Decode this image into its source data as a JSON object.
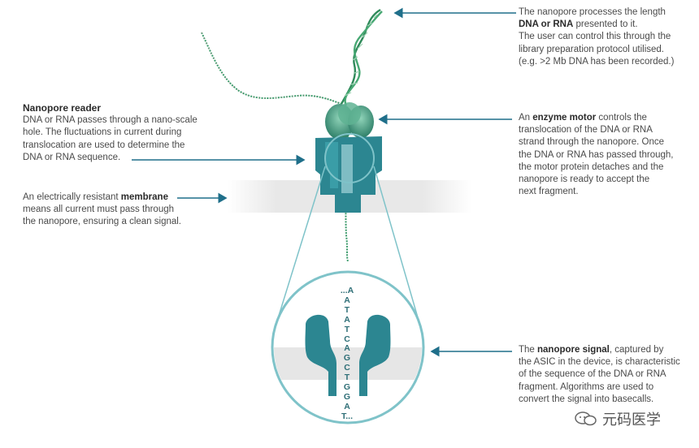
{
  "annotations": {
    "length": {
      "line1": "The nanopore processes the length",
      "line2_bold": "DNA or RNA",
      "line2_rest": " presented to it.",
      "line3": "The user can control this through the",
      "line4": "library preparation protocol utilised.",
      "line5": "(e.g. >2 Mb DNA has been recorded.)"
    },
    "reader": {
      "title": "Nanopore reader",
      "line1": "DNA or RNA passes through a nano-scale",
      "line2": "hole. The fluctuations in current during",
      "line3": "translocation are used to determine the",
      "line4": "DNA or RNA sequence."
    },
    "membrane": {
      "line1_pre": "An electrically resistant ",
      "line1_bold": "membrane",
      "line2": "means all current must pass through",
      "line3": "the nanopore, ensuring a clean signal."
    },
    "motor": {
      "line1_pre": "An ",
      "line1_bold": "enzyme motor",
      "line1_rest": " controls the",
      "line2": "translocation of the DNA or RNA",
      "line3": "strand through the nanopore. Once",
      "line4": "the DNA or RNA has passed through,",
      "line5": "the motor protein detaches and the",
      "line6": "nanopore is ready to accept the",
      "line7": "next fragment."
    },
    "signal": {
      "line1_pre": "The ",
      "line1_bold": "nanopore signal",
      "line1_rest": ", captured by",
      "line2": "the ASIC in the device, is characteristic",
      "line3": "of the sequence of the DNA or RNA",
      "line4": "fragment. Algorithms are used to",
      "line5": "convert the signal into basecalls."
    }
  },
  "sequence": [
    "...A",
    "A",
    "T",
    "A",
    "T",
    "C",
    "A",
    "G",
    "C",
    "T",
    "G",
    "G",
    "A",
    "T..."
  ],
  "watermark": "元码医学",
  "colors": {
    "teal_dark": "#1f6f7a",
    "teal": "#2f8a95",
    "teal_light": "#7fc3c9",
    "dna_green": "#2f8a5a",
    "arrow": "#1f6f8a"
  }
}
